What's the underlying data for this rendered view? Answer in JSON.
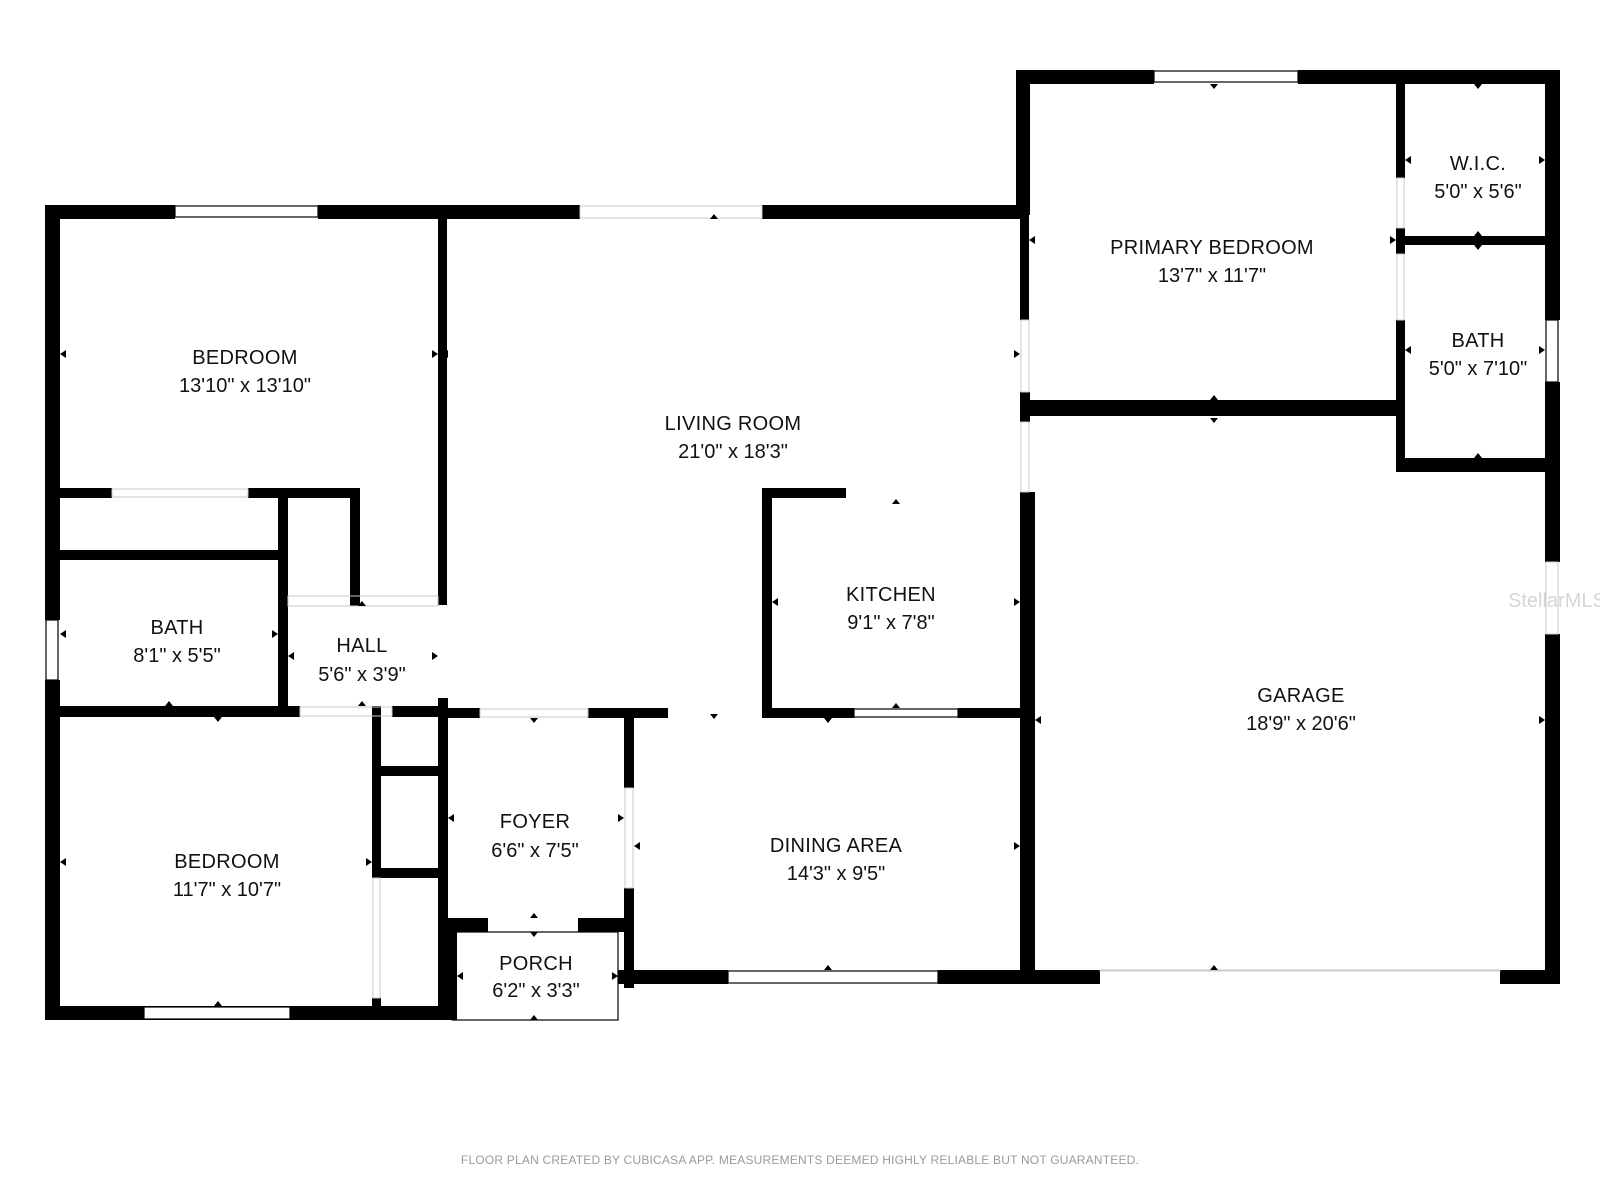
{
  "rooms": {
    "bedroom_top": {
      "name": "BEDROOM",
      "dims": "13'10\" x 13'10\""
    },
    "bath_left": {
      "name": "BATH",
      "dims": "8'1\" x 5'5\""
    },
    "hall": {
      "name": "HALL",
      "dims": "5'6\" x 3'9\""
    },
    "bedroom_bottom": {
      "name": "BEDROOM",
      "dims": "11'7\" x 10'7\""
    },
    "living_room": {
      "name": "LIVING ROOM",
      "dims": "21'0\" x 18'3\""
    },
    "kitchen": {
      "name": "KITCHEN",
      "dims": "9'1\" x 7'8\""
    },
    "foyer": {
      "name": "FOYER",
      "dims": "6'6\" x 7'5\""
    },
    "porch": {
      "name": "PORCH",
      "dims": "6'2\" x 3'3\""
    },
    "dining_area": {
      "name": "DINING AREA",
      "dims": "14'3\" x 9'5\""
    },
    "primary_bedroom": {
      "name": "PRIMARY BEDROOM",
      "dims": "13'7\" x 11'7\""
    },
    "wic": {
      "name": "W.I.C.",
      "dims": "5'0\" x 5'6\""
    },
    "bath_right": {
      "name": "BATH",
      "dims": "5'0\" x 7'10\""
    },
    "garage": {
      "name": "GARAGE",
      "dims": "18'9\" x 20'6\""
    }
  },
  "footer": "FLOOR PLAN CREATED BY CUBICASA APP. MEASUREMENTS DEEMED HIGHLY RELIABLE BUT NOT GUARANTEED.",
  "watermark": "StellarMLS",
  "colors": {
    "wall": "#000000",
    "text": "#111111",
    "footer": "#9a9a9a"
  }
}
